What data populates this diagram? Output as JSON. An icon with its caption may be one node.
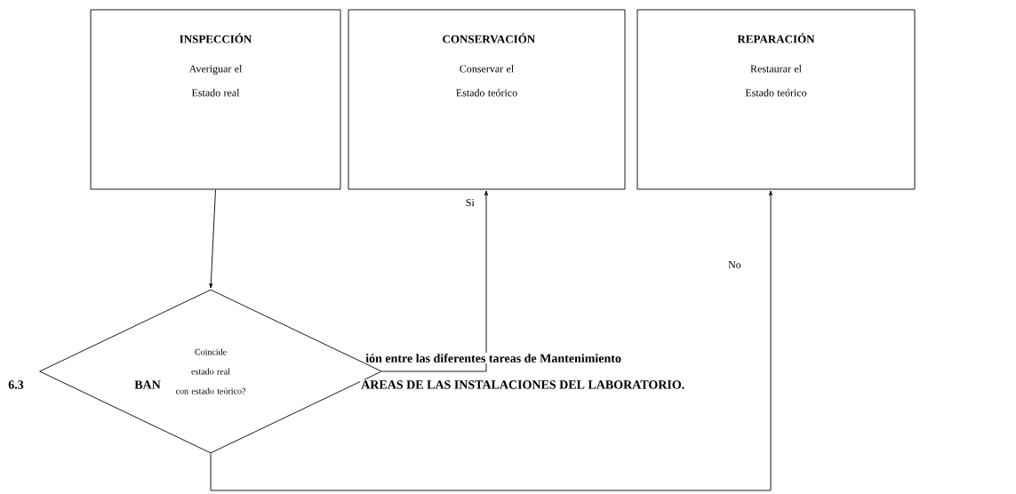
{
  "diagram": {
    "nodes": [
      {
        "text": [
          "INSPECCIÓN",
          "Averiguar el Estado real"
        ]
      },
      {
        "text": [
          "CONSERVACIÓN",
          "Conservar el Estado teórico"
        ]
      },
      {
        "text": [
          "REPARACIÓN",
          "Restaurar el Estado teórico"
        ]
      },
      {
        "text": [
          "Coincide estado real con estado teórico?"
        ]
      }
    ],
    "edges": [
      {
        "from": 0,
        "to": 3,
        "arrow": "to"
      },
      {
        "from": 3,
        "to": 1,
        "arrow": "to",
        "label": "Si"
      },
      {
        "from": 3,
        "to": 2,
        "arrow": "to",
        "label": "No"
      }
    ],
    "labels": [
      "ión entre las diferentes tareas de Mantenimiento",
      "6.3",
      "BAN",
      "AREAS DE LAS INSTALACIONES DEL LABORATORIO."
    ]
  }
}
